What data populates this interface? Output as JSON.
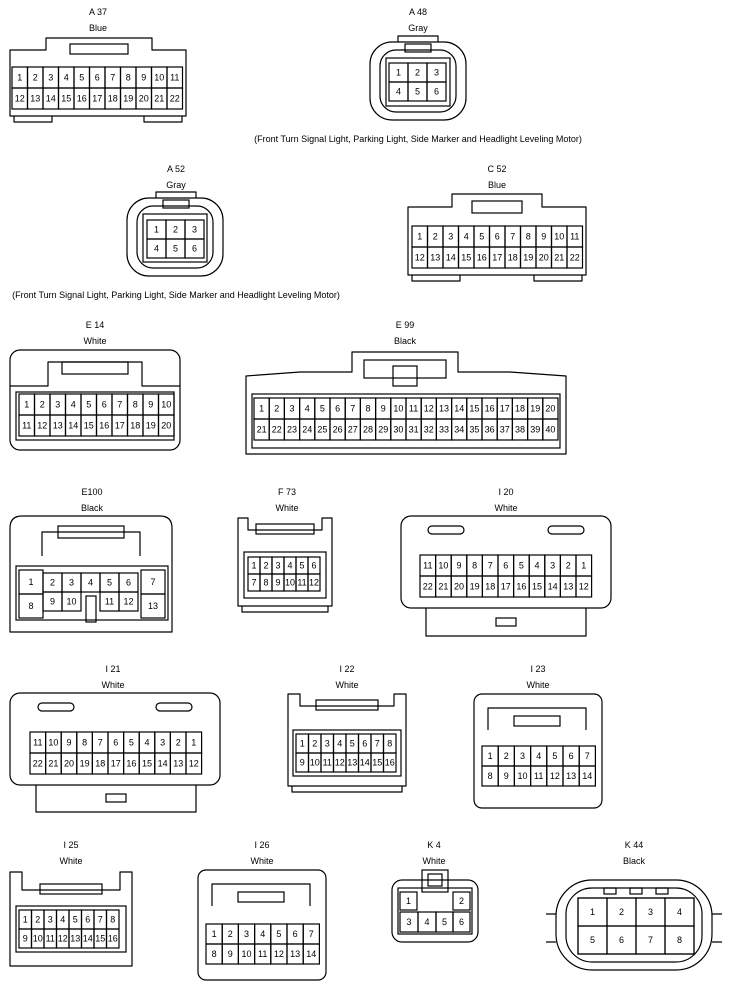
{
  "connectors": {
    "a37": {
      "code": "A 37",
      "color": "Blue",
      "row1": [
        "1",
        "2",
        "3",
        "4",
        "5",
        "6",
        "7",
        "8",
        "9",
        "10",
        "11"
      ],
      "row2": [
        "12",
        "13",
        "14",
        "15",
        "16",
        "17",
        "18",
        "19",
        "20",
        "21",
        "22"
      ]
    },
    "a48": {
      "code": "A 48",
      "color": "Gray",
      "row1": [
        "1",
        "2",
        "3"
      ],
      "row2": [
        "4",
        "5",
        "6"
      ],
      "note": "(Front Turn Signal Light, Parking Light, Side Marker and Headlight Leveling Motor)"
    },
    "a52": {
      "code": "A 52",
      "color": "Gray",
      "row1": [
        "1",
        "2",
        "3"
      ],
      "row2": [
        "4",
        "5",
        "6"
      ],
      "note": "(Front Turn Signal Light, Parking Light, Side Marker and Headlight Leveling Motor)"
    },
    "c52": {
      "code": "C 52",
      "color": "Blue",
      "row1": [
        "1",
        "2",
        "3",
        "4",
        "5",
        "6",
        "7",
        "8",
        "9",
        "10",
        "11"
      ],
      "row2": [
        "12",
        "13",
        "14",
        "15",
        "16",
        "17",
        "18",
        "19",
        "20",
        "21",
        "22"
      ]
    },
    "e14": {
      "code": "E 14",
      "color": "White",
      "row1": [
        "1",
        "2",
        "3",
        "4",
        "5",
        "6",
        "7",
        "8",
        "9",
        "10"
      ],
      "row2": [
        "11",
        "12",
        "13",
        "14",
        "15",
        "16",
        "17",
        "18",
        "19",
        "20"
      ]
    },
    "e99": {
      "code": "E 99",
      "color": "Black",
      "row1": [
        "1",
        "2",
        "3",
        "4",
        "5",
        "6",
        "7",
        "8",
        "9",
        "10",
        "11",
        "12",
        "13",
        "14",
        "15",
        "16",
        "17",
        "18",
        "19",
        "20"
      ],
      "row2": [
        "21",
        "22",
        "23",
        "24",
        "25",
        "26",
        "27",
        "28",
        "29",
        "30",
        "31",
        "32",
        "33",
        "34",
        "35",
        "36",
        "37",
        "38",
        "39",
        "40"
      ]
    },
    "e100": {
      "code": "E100",
      "color": "Black",
      "pins": [
        "1",
        "2",
        "3",
        "4",
        "5",
        "6",
        "7",
        "8",
        "9",
        "10",
        "11",
        "12",
        "13"
      ]
    },
    "f73": {
      "code": "F 73",
      "color": "White",
      "row1": [
        "1",
        "2",
        "3",
        "4",
        "5",
        "6"
      ],
      "row2": [
        "7",
        "8",
        "9",
        "10",
        "11",
        "12"
      ]
    },
    "i20": {
      "code": "I 20",
      "color": "White",
      "row1": [
        "11",
        "10",
        "9",
        "8",
        "7",
        "6",
        "5",
        "4",
        "3",
        "2",
        "1"
      ],
      "row2": [
        "22",
        "21",
        "20",
        "19",
        "18",
        "17",
        "16",
        "15",
        "14",
        "13",
        "12"
      ]
    },
    "i21": {
      "code": "I 21",
      "color": "White",
      "row1": [
        "11",
        "10",
        "9",
        "8",
        "7",
        "6",
        "5",
        "4",
        "3",
        "2",
        "1"
      ],
      "row2": [
        "22",
        "21",
        "20",
        "19",
        "18",
        "17",
        "16",
        "15",
        "14",
        "13",
        "12"
      ]
    },
    "i22": {
      "code": "I 22",
      "color": "White",
      "row1": [
        "1",
        "2",
        "3",
        "4",
        "5",
        "6",
        "7",
        "8"
      ],
      "row2": [
        "9",
        "10",
        "11",
        "12",
        "13",
        "14",
        "15",
        "16"
      ]
    },
    "i23": {
      "code": "I 23",
      "color": "White",
      "row1": [
        "1",
        "2",
        "3",
        "4",
        "5",
        "6",
        "7"
      ],
      "row2": [
        "8",
        "9",
        "10",
        "11",
        "12",
        "13",
        "14"
      ]
    },
    "i25": {
      "code": "I 25",
      "color": "White",
      "row1": [
        "1",
        "2",
        "3",
        "4",
        "5",
        "6",
        "7",
        "8"
      ],
      "row2": [
        "9",
        "10",
        "11",
        "12",
        "13",
        "14",
        "15",
        "16"
      ]
    },
    "i26": {
      "code": "I 26",
      "color": "White",
      "row1": [
        "1",
        "2",
        "3",
        "4",
        "5",
        "6",
        "7"
      ],
      "row2": [
        "8",
        "9",
        "10",
        "11",
        "12",
        "13",
        "14"
      ]
    },
    "k4": {
      "code": "K 4",
      "color": "White",
      "pins": [
        "1",
        "2",
        "3",
        "4",
        "5",
        "6"
      ]
    },
    "k44": {
      "code": "K 44",
      "color": "Black",
      "row1": [
        "1",
        "2",
        "3",
        "4"
      ],
      "row2": [
        "5",
        "6",
        "7",
        "8"
      ]
    }
  }
}
